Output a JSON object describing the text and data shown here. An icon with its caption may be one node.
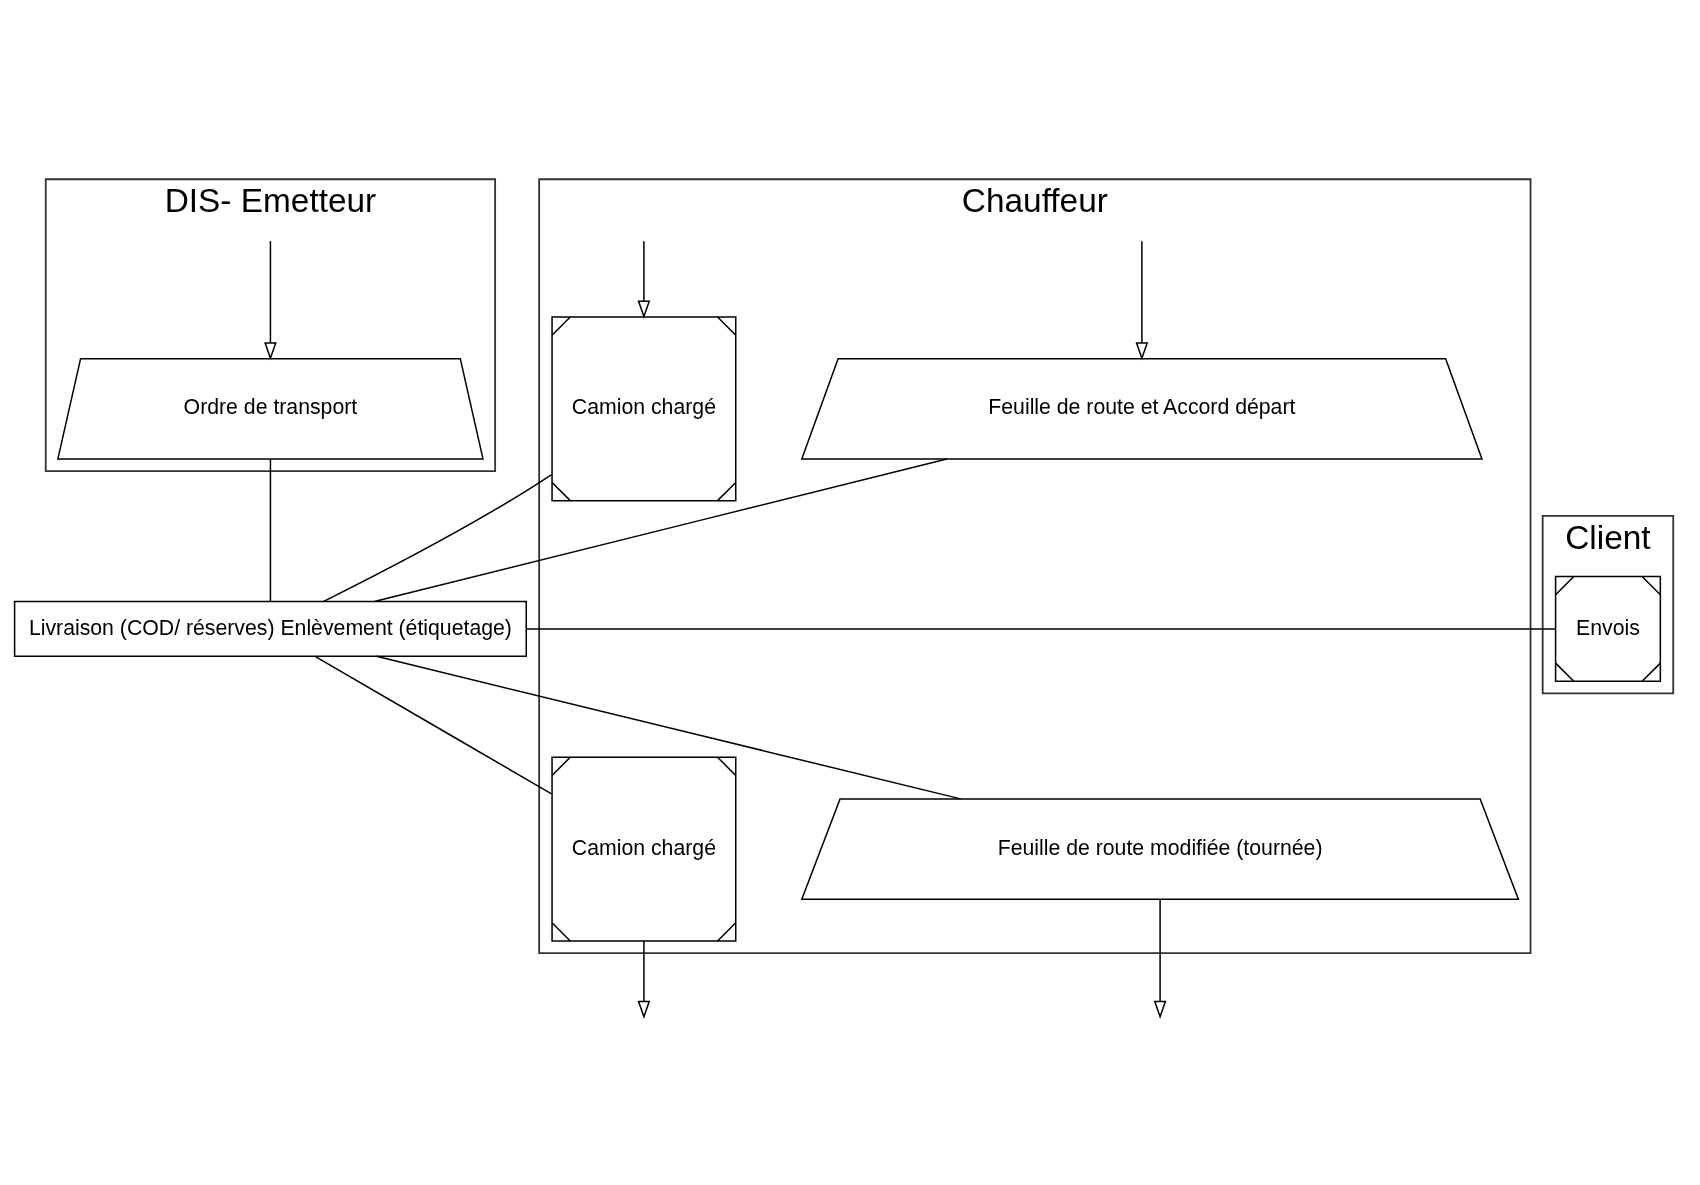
{
  "diagram": {
    "nodes": [
      {
        "text": [
          "Chauffeur"
        ]
      },
      {
        "text": [
          "Client"
        ]
      },
      {
        "text": [
          "DIS- Emetteur"
        ]
      },
      {
        "text": [
          "Feuille de route et Accord départ"
        ],
        "in": 0
      },
      {
        "text": [
          "Camion chargé"
        ],
        "in": 0
      },
      {
        "text": [
          "Ordre de transport"
        ],
        "in": 2
      },
      {
        "text": [
          "Livraison (COD/ réserves) Enlèvement (étiquetage)"
        ]
      },
      {
        "text": [
          "Envois"
        ],
        "in": 1
      },
      {
        "text": [
          "Camion chargé"
        ],
        "in": 0
      },
      {
        "text": [
          "Feuille de route modifiée (tournée)"
        ],
        "in": 0
      }
    ],
    "edges": [
      {
        "from": null,
        "to": 3,
        "arrow": "to"
      },
      {
        "from": null,
        "to": 4,
        "arrow": "to"
      },
      {
        "from": null,
        "to": 5,
        "arrow": "to"
      },
      {
        "from": 3,
        "to": 6,
        "arrow": "none"
      },
      {
        "from": 4,
        "to": 6,
        "arrow": "none"
      },
      {
        "from": 5,
        "to": 6,
        "arrow": "none"
      },
      {
        "from": 6,
        "to": 7,
        "arrow": "none"
      },
      {
        "from": 6,
        "to": 8,
        "arrow": "none"
      },
      {
        "from": 6,
        "to": 9,
        "arrow": "none"
      },
      {
        "from": 8,
        "to": null,
        "arrow": "to"
      },
      {
        "from": 9,
        "to": null,
        "arrow": "to"
      }
    ]
  }
}
